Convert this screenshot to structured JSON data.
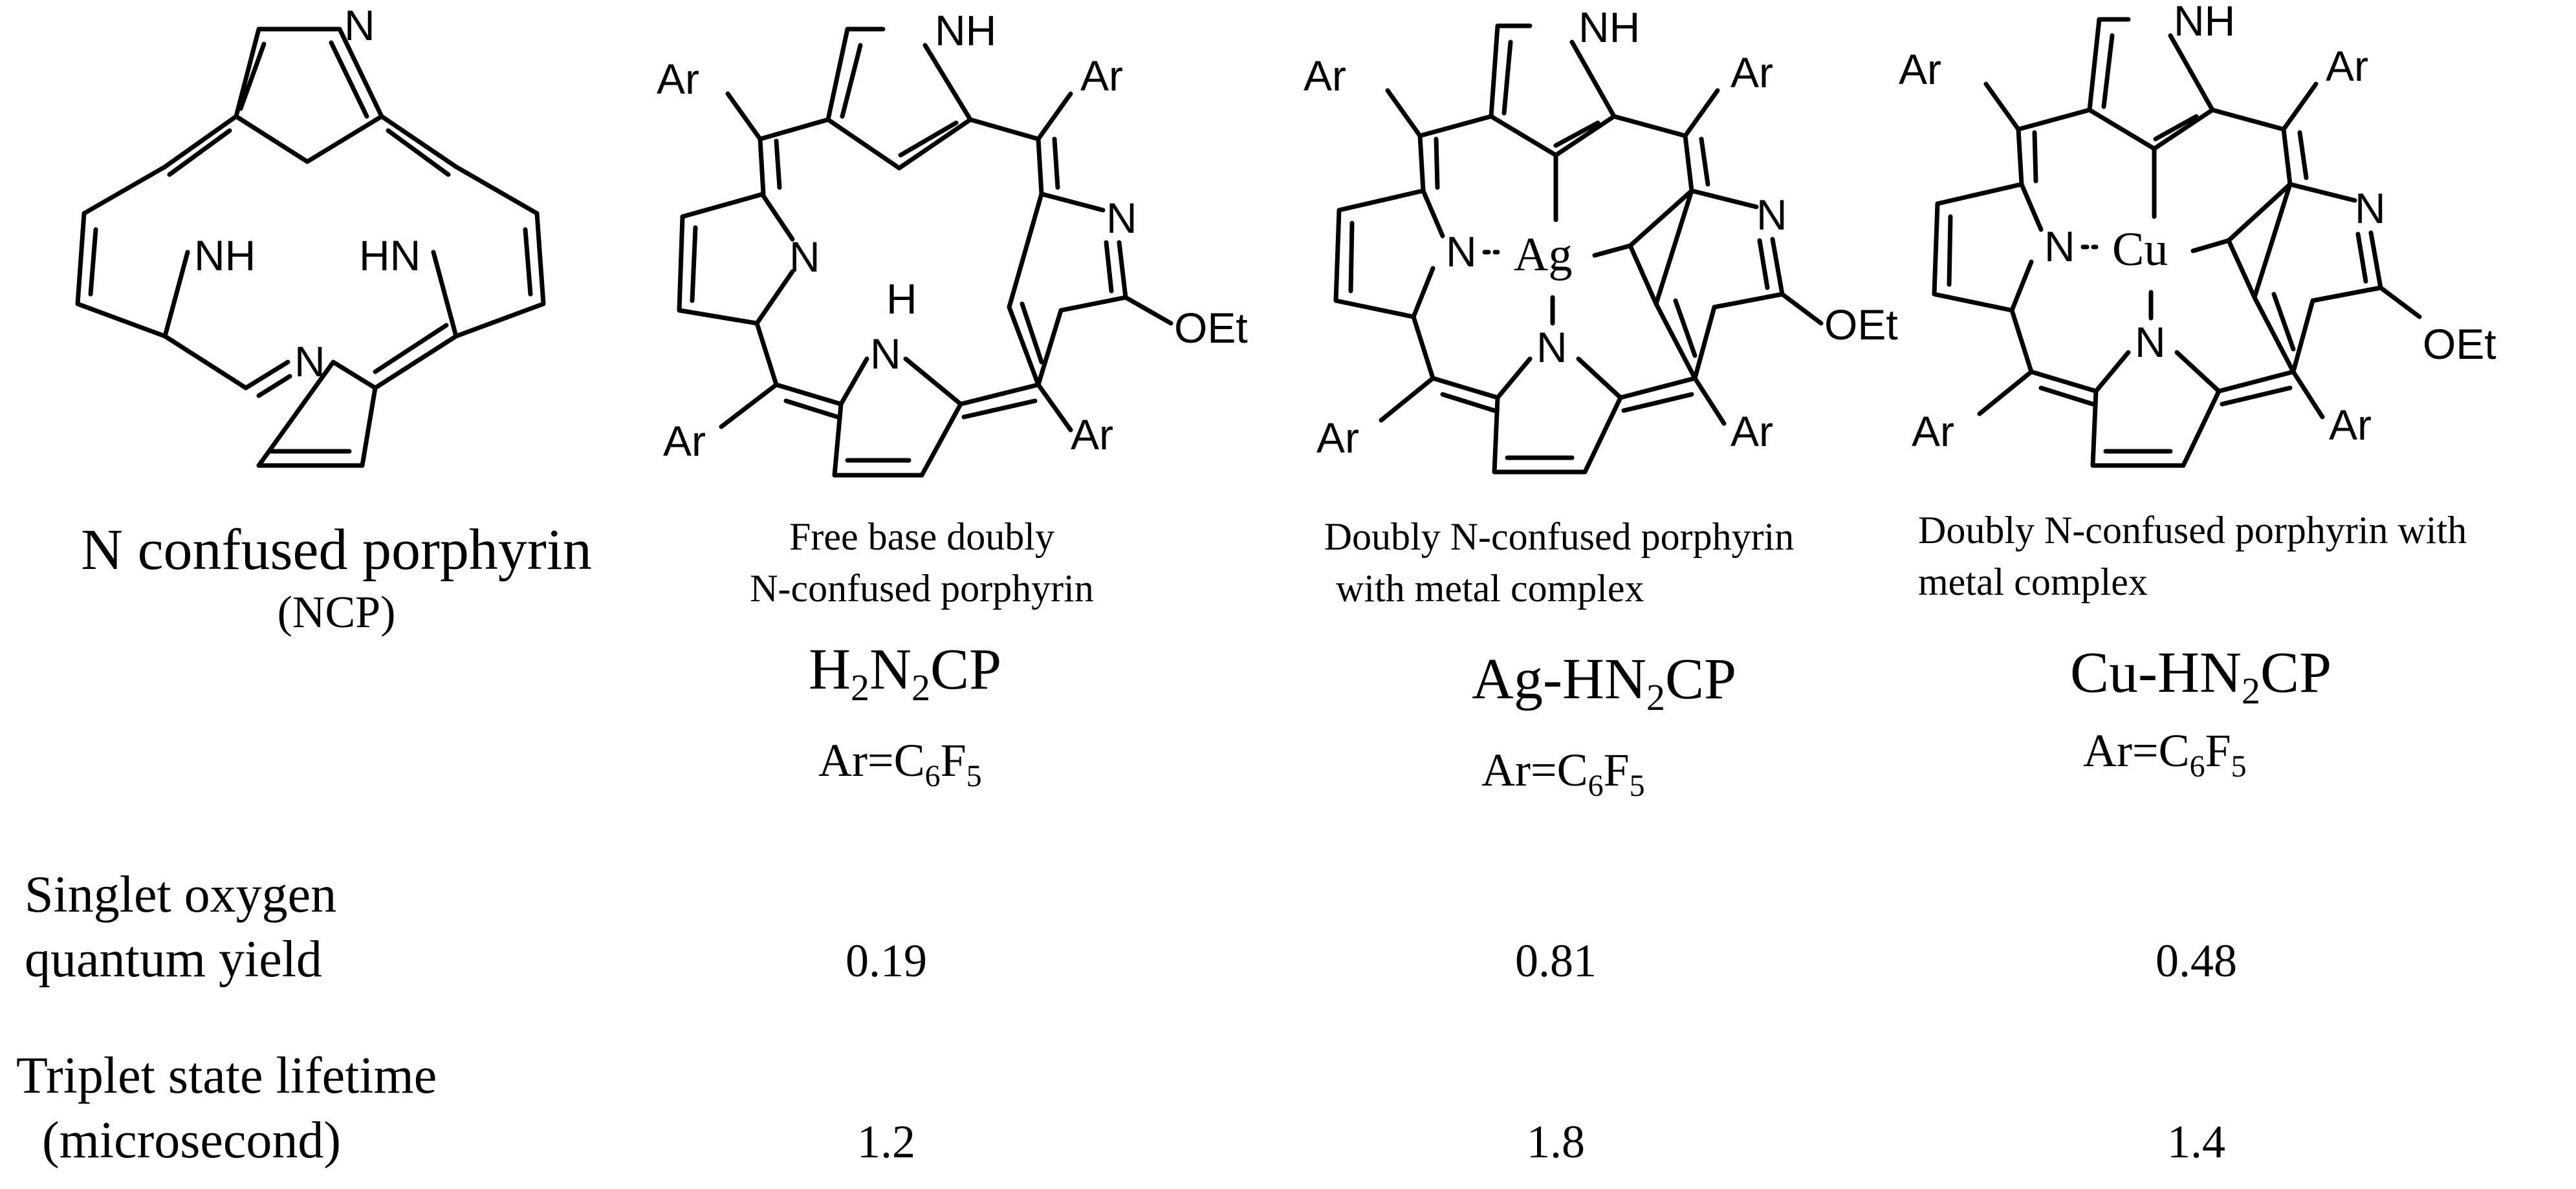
{
  "compounds": [
    {
      "id": "ncp",
      "name": "N confused porphyrin",
      "abbrev": "(NCP)",
      "atoms": {
        "n_top": "N",
        "nh_left": "NH",
        "hn_right": "HN",
        "n_bottom": "N"
      }
    },
    {
      "id": "h2n2cp",
      "desc_line1": "Free base doubly",
      "desc_line2": "N-confused porphyrin",
      "code": {
        "a": "H",
        "s1": "2",
        "b": "N",
        "s2": "2",
        "c": "CP"
      },
      "ar": {
        "prefix": "Ar=C",
        "s1": "6",
        "mid": "F",
        "s2": "5"
      },
      "atoms": {
        "nh_top": "NH",
        "ar_tl": "Ar",
        "ar_tr": "Ar",
        "n_left": "N",
        "h_center": "H",
        "nh_center": "N",
        "n_right": "N",
        "oet": "OEt",
        "ar_bl": "Ar",
        "ar_br": "Ar"
      }
    },
    {
      "id": "ag",
      "desc_line1": "Doubly N-confused porphyrin",
      "desc_line2": "with metal complex",
      "code": {
        "a": "Ag-HN",
        "s1": "2",
        "c": "CP"
      },
      "ar": {
        "prefix": "Ar=C",
        "s1": "6",
        "mid": "F",
        "s2": "5"
      },
      "atoms": {
        "nh_top": "NH",
        "ar_tl": "Ar",
        "ar_tr": "Ar",
        "n_left": "N",
        "metal": "Ag",
        "n_bottom": "N",
        "n_right": "N",
        "oet": "OEt",
        "ar_bl": "Ar",
        "ar_br": "Ar"
      }
    },
    {
      "id": "cu",
      "desc_line1": "Doubly N-confused porphyrin with",
      "desc_line2": "metal complex",
      "code": {
        "a": "Cu-HN",
        "s1": "2",
        "c": "CP"
      },
      "ar": {
        "prefix": "Ar=C",
        "s1": "6",
        "mid": "F",
        "s2": "5"
      },
      "atoms": {
        "nh_top": "NH",
        "ar_tl": "Ar",
        "ar_tr": "Ar",
        "n_left": "N",
        "metal": "Cu",
        "n_bottom": "N",
        "n_right": "N",
        "oet": "OEt",
        "ar_bl": "Ar",
        "ar_br": "Ar"
      }
    }
  ],
  "properties": [
    {
      "label_line1": "Singlet oxygen",
      "label_line2": "quantum yield",
      "values": [
        "0.19",
        "0.81",
        "0.48"
      ]
    },
    {
      "label_line1": "Triplet state lifetime",
      "label_line2": "(microsecond)",
      "values": [
        "1.2",
        "1.8",
        "1.4"
      ]
    }
  ]
}
